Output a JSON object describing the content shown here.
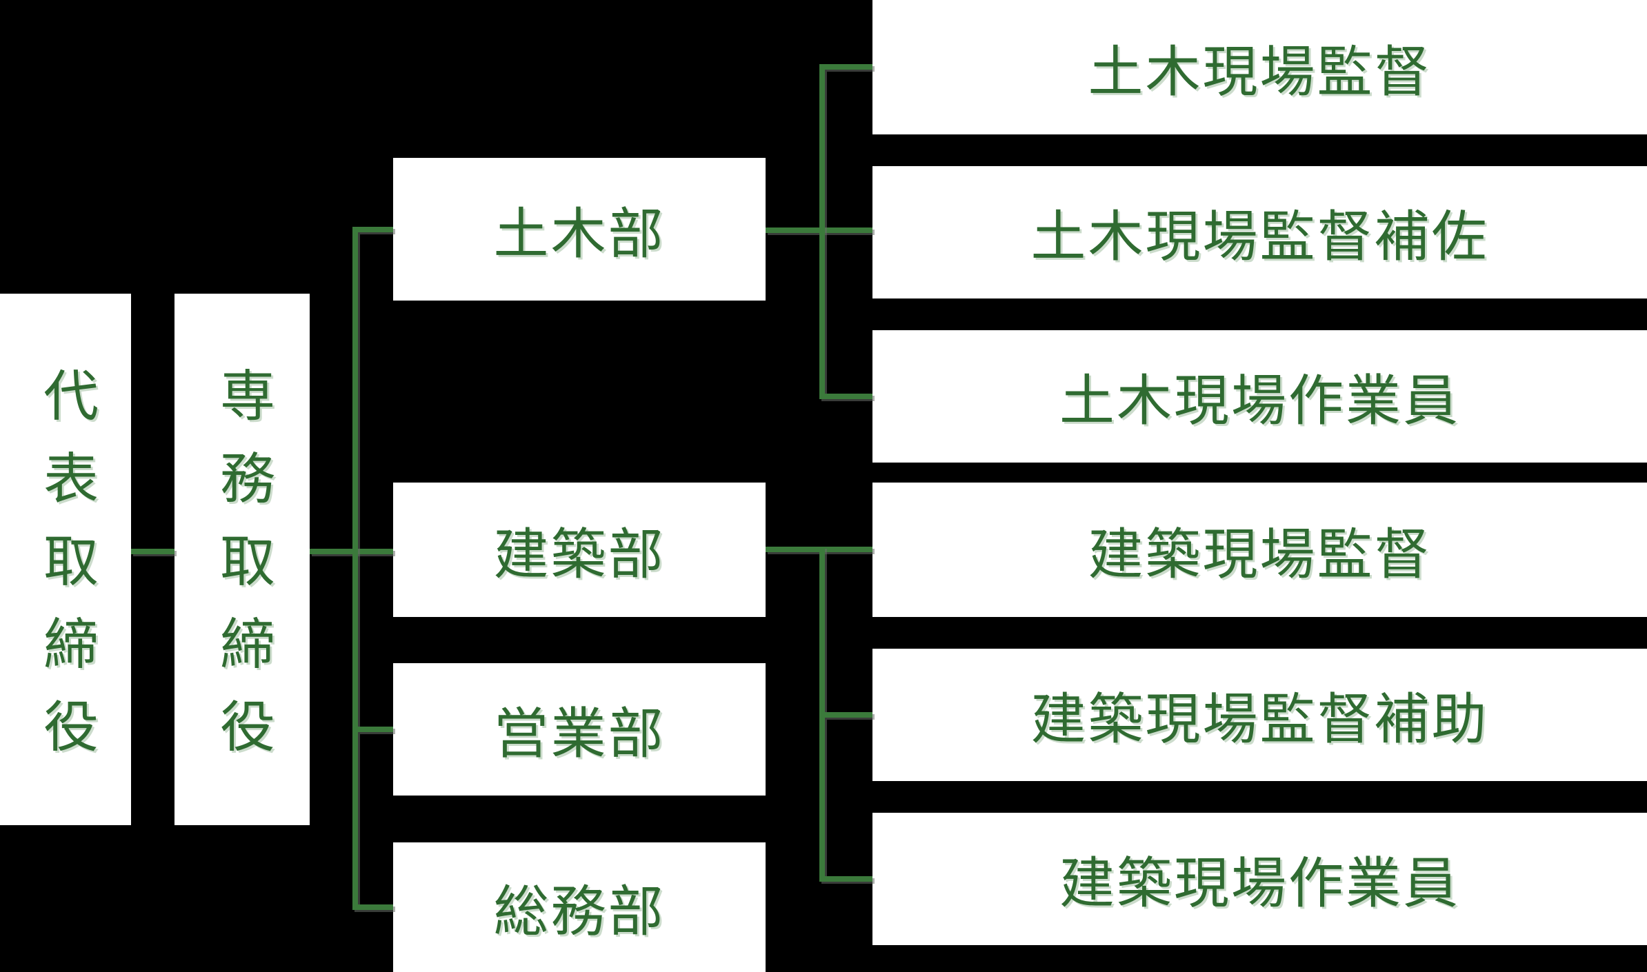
{
  "org_chart": {
    "executives": [
      {
        "label": "代表取締役"
      },
      {
        "label": "専務取締役"
      }
    ],
    "departments": [
      {
        "label": "土木部"
      },
      {
        "label": "建築部"
      },
      {
        "label": "営業部"
      },
      {
        "label": "総務部"
      }
    ],
    "civil_positions": [
      {
        "label": "土木現場監督"
      },
      {
        "label": "土木現場監督補佐"
      },
      {
        "label": "土木現場作業員"
      }
    ],
    "architecture_positions": [
      {
        "label": "建築現場監督"
      },
      {
        "label": "建築現場監督補助"
      },
      {
        "label": "建築現場作業員"
      }
    ],
    "colors": {
      "background": "#000000",
      "node_background": "#ffffff",
      "text_green": "#2f6b31",
      "line_green": "#3b7a3b"
    }
  }
}
